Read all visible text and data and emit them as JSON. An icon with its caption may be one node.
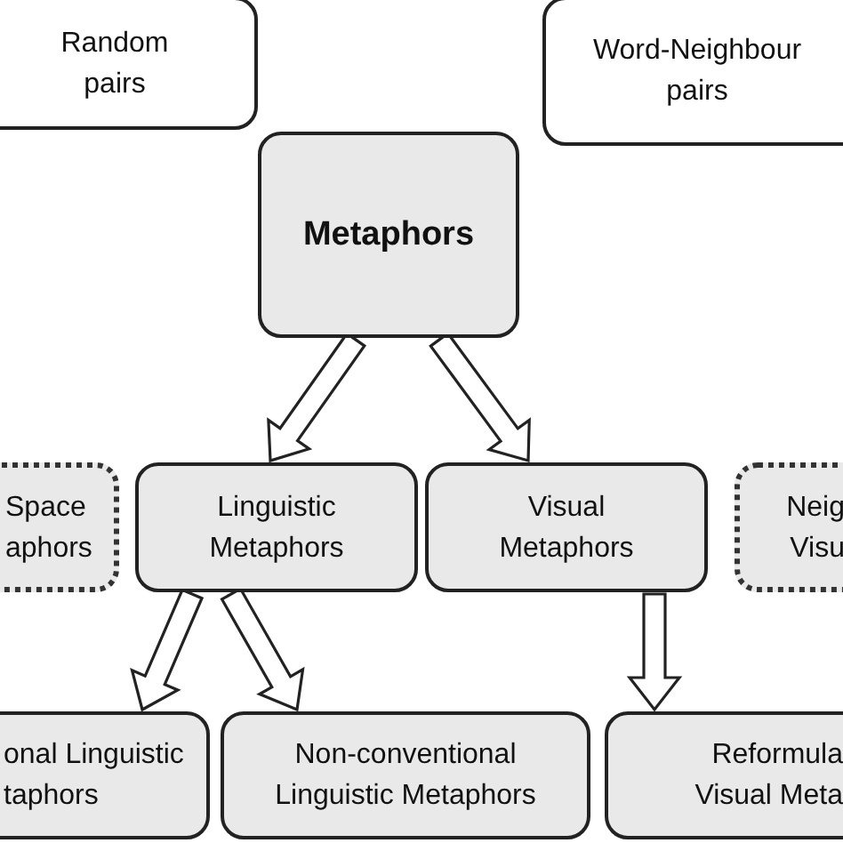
{
  "diagram": {
    "nodes": [
      {
        "text": [
          "Random pairs"
        ]
      },
      {
        "text": [
          "Word-Neighbour pairs"
        ]
      },
      {
        "text": [
          "Metaphors"
        ]
      },
      {
        "text": [
          "Space aphors"
        ]
      },
      {
        "text": [
          "Linguistic Metaphors"
        ]
      },
      {
        "text": [
          "Visual Metaphors"
        ]
      },
      {
        "text": [
          "Neig Visu"
        ]
      },
      {
        "text": [
          "onal Linguistic taphors"
        ]
      },
      {
        "text": [
          "Non-conventional Linguistic Metaphors"
        ]
      },
      {
        "text": [
          "Reformula Visual Meta"
        ]
      }
    ],
    "edges": [
      {
        "from": 2,
        "to": 4,
        "arrow": "to"
      },
      {
        "from": 2,
        "to": 5,
        "arrow": "to"
      },
      {
        "from": 4,
        "to": 7,
        "arrow": "to"
      },
      {
        "from": 4,
        "to": 8,
        "arrow": "to"
      },
      {
        "from": 5,
        "to": 9,
        "arrow": "to"
      }
    ]
  }
}
